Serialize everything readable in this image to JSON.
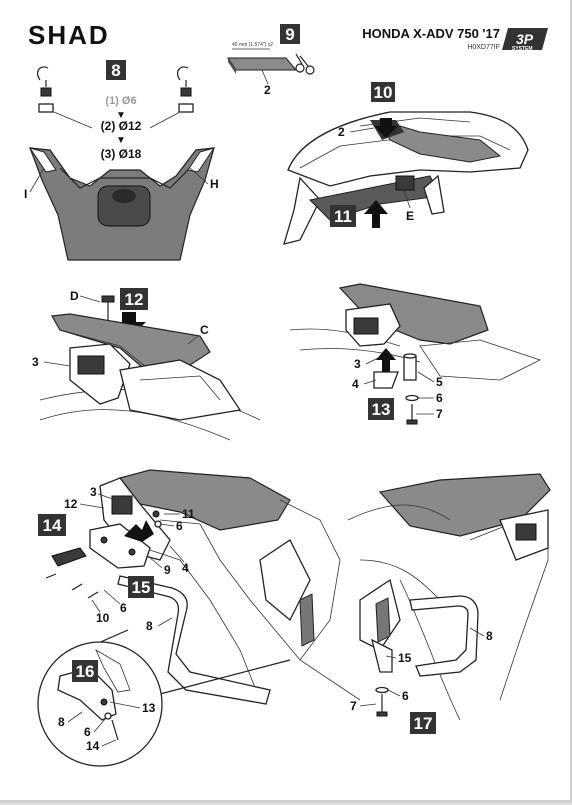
{
  "brand": "SHAD",
  "model_title": "HONDA X-ADV 750 '17",
  "model_code": "H0XD77IF",
  "system_badge": {
    "big": "3P",
    "small": "SYSTEM"
  },
  "steps": {
    "s8": "8",
    "s9": "9",
    "s10": "10",
    "s11": "11",
    "s12": "12",
    "s13": "13",
    "s14": "14",
    "s15": "15",
    "s16": "16",
    "s17": "17"
  },
  "step8": {
    "d1": "(1) Ø6",
    "d2": "(2) Ø12",
    "d3": "(3) Ø18",
    "label_i": "I",
    "label_h": "H"
  },
  "step9": {
    "tape_label": "40 mm (1.574\") x2",
    "part": "2"
  },
  "step10": {
    "part2": "2",
    "part_e": "E"
  },
  "step12": {
    "d": "D",
    "c": "C",
    "p3": "3"
  },
  "step13": {
    "p3": "3",
    "p4": "4",
    "p5": "5",
    "p6": "6",
    "p7": "7"
  },
  "step14": {
    "p12": "12",
    "p3": "3",
    "p11": "11",
    "p6a": "6",
    "p9": "9",
    "p4": "4",
    "p6b": "6",
    "p10": "10",
    "p8": "8"
  },
  "step16": {
    "p13": "13",
    "p8": "8",
    "p6": "6",
    "p14": "14"
  },
  "step17": {
    "p8": "8",
    "p15": "15",
    "p6": "6",
    "p7": "7"
  }
}
